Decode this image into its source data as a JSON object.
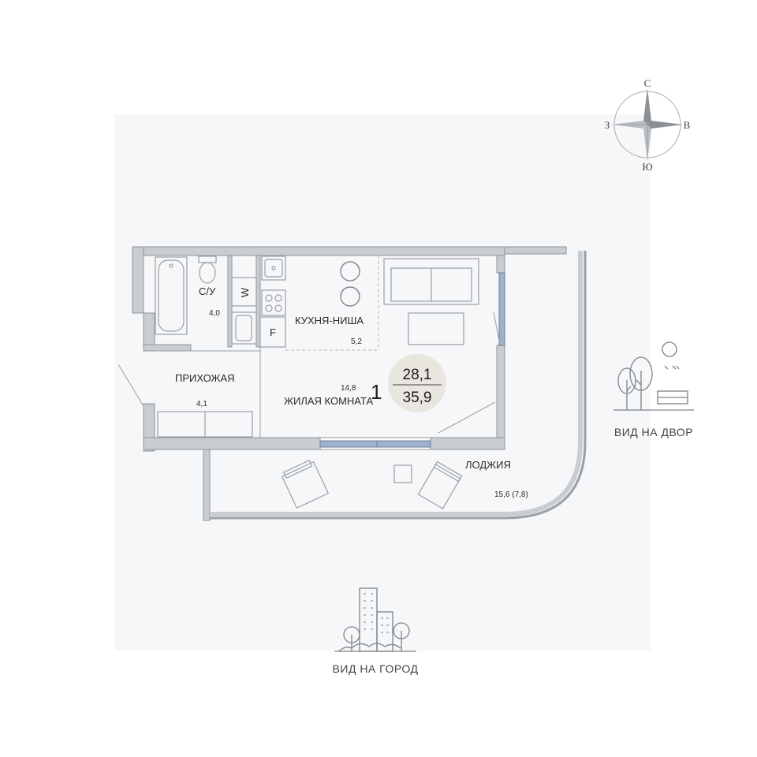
{
  "compass": {
    "north": "С",
    "west": "З",
    "east": "В",
    "south": "Ю"
  },
  "rooms": {
    "bathroom": {
      "label": "С/У",
      "area": "4,0",
      "washer": "W"
    },
    "kitchen": {
      "label": "КУХНЯ-НИША",
      "area": "5,2",
      "fridge": "F"
    },
    "hallway": {
      "label": "ПРИХОЖАЯ",
      "area": "4,1"
    },
    "living": {
      "label": "ЖИЛАЯ КОМНАТА",
      "area": "14,8"
    },
    "loggia": {
      "label": "ЛОДЖИЯ",
      "area": "15,6 (7,8)"
    }
  },
  "summary": {
    "room_count": "1",
    "living_area": "28,1",
    "total_area": "35,9"
  },
  "views": {
    "yard": "ВИД НА ДВОР",
    "city": "ВИД НА ГОРОД"
  },
  "colors": {
    "wall": "#c9cdd1",
    "wall_outline": "#8e949a",
    "window": "#9fb4cc",
    "badge": "#e9e5df",
    "background_zone": "#f5f6f7"
  }
}
